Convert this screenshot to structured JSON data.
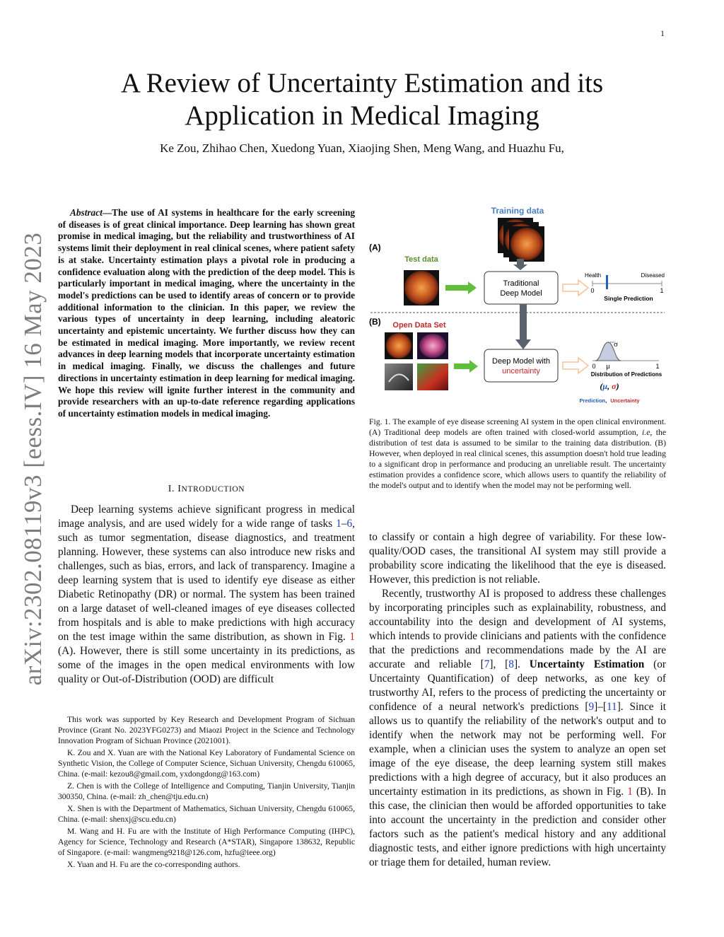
{
  "page_number": "1",
  "arxiv_id": "arXiv:2302.08119v3 [eess.IV] 16 May 2023",
  "title": "A Review of Uncertainty Estimation and its Application in Medical Imaging",
  "authors": "Ke Zou, Zhihao Chen, Xuedong Yuan, Xiaojing Shen, Meng Wang, and Huazhu Fu,",
  "abstract": {
    "lead": "Abstract",
    "text": "—The use of AI systems in healthcare for the early screening of diseases is of great clinical importance. Deep learning has shown great promise in medical imaging, but the reliability and trustworthiness of AI systems limit their deployment in real clinical scenes, where patient safety is at stake. Uncertainty estimation plays a pivotal role in producing a confidence evaluation along with the prediction of the deep model. This is particularly important in medical imaging, where the uncertainty in the model's predictions can be used to identify areas of concern or to provide additional information to the clinician. In this paper, we review the various types of uncertainty in deep learning, including aleatoric uncertainty and epistemic uncertainty. We further discuss how they can be estimated in medical imaging. More importantly, we review recent advances in deep learning models that incorporate uncertainty estimation in medical imaging. Finally, we discuss the challenges and future directions in uncertainty estimation in deep learning for medical imaging. We hope this review will ignite further interest in the community and provide researchers with an up-to-date reference regarding applications of uncertainty estimation models in medical imaging."
  },
  "section": {
    "number": "I.",
    "first_letter": "I",
    "rest": "NTRODUCTION"
  },
  "body_left": {
    "t1": "Deep learning systems achieve significant progress in medical image analysis, and are used widely for a wide range of tasks ",
    "c1": "1",
    "t2": "–",
    "c2": "6",
    "t3": ", such as tumor segmentation, disease diagnostics, and treatment planning. However, these systems can also introduce new risks and challenges, such as bias, errors, and lack of transparency. Imagine a deep learning system that is used to identify eye disease as either Diabetic Retinopathy (DR) or normal. The system has been trained on a large dataset of well-cleaned images of eye diseases collected from hospitals and is able to make predictions with high accuracy on the test image within the same distribution, as shown in Fig. ",
    "f1": "1",
    "t4": " (A). However, there is still some uncertainty in its predictions, as some of the images in the open medical environments with low quality or Out-of-Distribution (OOD) are difficult"
  },
  "body_right": {
    "p1": "to classify or contain a high degree of variability. For these low-quality/OOD cases, the transitional AI system may still provide a probability score indicating the likelihood that the eye is diseased. However, this prediction is not reliable.",
    "p2_t1": "Recently, trustworthy AI is proposed to address these challenges by incorporating principles such as explainability, robustness, and accountability into the design and development of AI systems, which intends to provide clinicians and patients with the confidence that the predictions and recommendations made by the AI are accurate and reliable [",
    "p2_c1": "7",
    "p2_t2": "], [",
    "p2_c2": "8",
    "p2_t3": "]. ",
    "p2_bold": "Uncertainty Estimation",
    "p2_t4": " (or Uncertainty Quantification) of deep networks, as one key of trustworthy AI, refers to the process of predicting the uncertainty or confidence of a neural network's predictions [",
    "p2_c3": "9",
    "p2_t5": "]–[",
    "p2_c4": "11",
    "p2_t6": "]. Since it allows us to quantify the reliability of the network's output and to identify when the network may not be performing well. For example, when a clinician uses the system to analyze an open set image of the eye disease, the deep learning system still makes predictions with a high degree of accuracy, but it also produces an uncertainty estimation in its predictions, as shown in Fig. ",
    "p2_f1": "1",
    "p2_t7": " (B). In this case, the clinician then would be afforded opportunities to take into account the uncertainty in the prediction and consider other factors such as the patient's medical history and any additional diagnostic tests, and either ignore predictions with high uncertainty or triage them for detailed, human review."
  },
  "footnotes": [
    "This work was supported by Key Research and Development Program of Sichuan Province (Grant No. 2023YFG0273) and Miaozi Project in the Science and Technology Innovation Program of Sichuan Province (2021001).",
    "K. Zou and X. Yuan are with the National Key Laboratory of Fundamental Science on Synthetic Vision, the College of Computer Science, Sichuan University, Chengdu 610065, China. (e-mail: kezou8@gmail.com, yxdongdong@163.com)",
    "Z. Chen is with the College of Intelligence and Computing, Tianjin University, Tianjin 300350, China. (e-mail: zh_chen@tju.edu.cn)",
    "X. Shen is with the Department of Mathematics, Sichuan University, Chengdu 610065, China. (e-mail: shenxj@scu.edu.cn)",
    "M. Wang and H. Fu are with the Institute of High Performance Computing (IHPC), Agency for Science, Technology and Research (A*STAR), Singapore 138632, Republic of Singapore. (e-mail: wangmeng9218@126.com, hzfu@ieee.org)",
    "X. Yuan and H. Fu are the co-corresponding authors."
  ],
  "figure": {
    "training_data": "Training data",
    "panel_a": "(A)",
    "panel_b": "(B)",
    "test_data": "Test data",
    "open_data_set": "Open Data Set",
    "traditional_l1": "Traditional",
    "traditional_l2": "Deep Model",
    "uncertain_l1": "Deep Model with",
    "uncertain_l2": "uncertainty",
    "health": "Health",
    "diseased": "Diseased",
    "zero": "0",
    "one": "1",
    "single_prediction": "Single Prediction",
    "sigma": "σ",
    "mu": "μ",
    "distribution_label": "Distribution of Predictions",
    "tuple_open": "(",
    "tuple_mu": "μ",
    "tuple_comma": ", ",
    "tuple_sigma": "σ",
    "tuple_close": ")",
    "legend_prediction": "Prediction",
    "legend_comma": ",",
    "legend_uncertainty": "Uncertainty",
    "colors": {
      "blue": "#1f5fbf",
      "red": "#c62828",
      "green": "#5fbf3a",
      "arrow_gray": "#5a6270",
      "peach": "#f5c29a"
    }
  },
  "caption": {
    "t1": "Fig. 1.   The example of eye disease screening AI system in the open clinical environment. (A) Traditional deep models are often trained with closed-world assumption, ",
    "ie": "i.e",
    "t2": ", the distribution of test data is assumed to be similar to the training data distribution. (B) However, when deployed in real clinical scenes, this assumption doesn't hold true leading to a significant drop in performance and producing an unreliable result. The uncertainty estimation provides a confidence score, which allows users to quantify the reliability of the model's output and to identify when the model may not be performing well."
  }
}
